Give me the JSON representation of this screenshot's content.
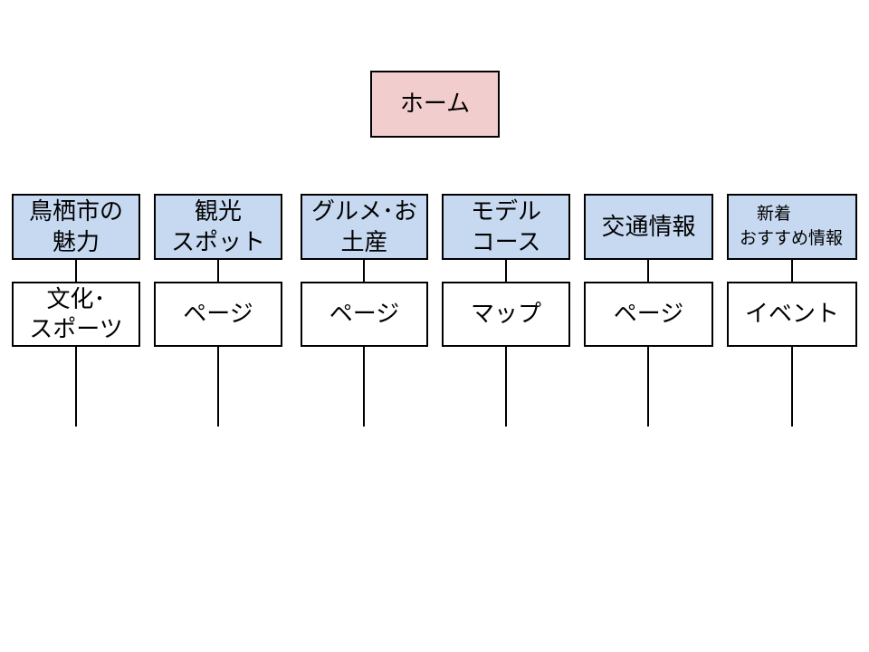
{
  "diagram": {
    "root": {
      "label": "ホーム"
    },
    "columns": [
      {
        "level2": "鳥栖市の\n魅力",
        "level3": "文化･\nスポーツ"
      },
      {
        "level2": "観光\nスポット",
        "level3": "ページ"
      },
      {
        "level2": "グルメ･お\n土産",
        "level3": "ページ"
      },
      {
        "level2": "モデル\nコース",
        "level3": "マップ"
      },
      {
        "level2": "交通情報",
        "level3": "ページ"
      },
      {
        "level2": "　新着\nおすすめ情報",
        "level3": "イベント"
      }
    ],
    "colors": {
      "root_bg": "#F2CDCD",
      "branch_bg": "#C7D9F1",
      "leaf_bg": "#FFFFFF",
      "border": "#000000",
      "line": "#000000"
    }
  }
}
